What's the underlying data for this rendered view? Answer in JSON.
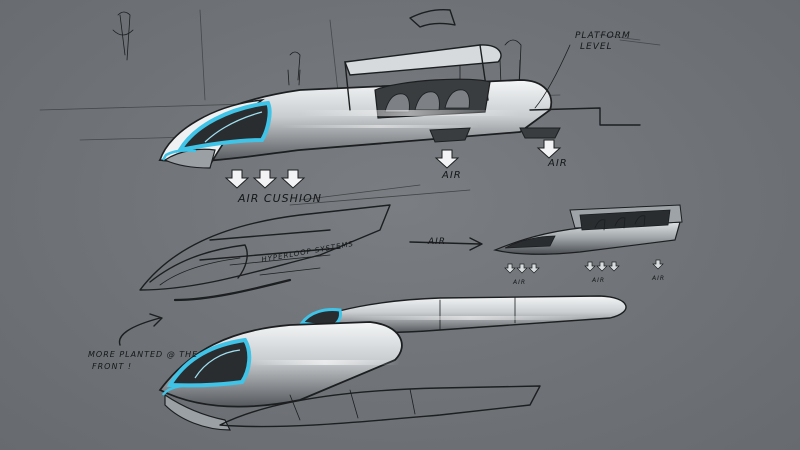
{
  "labels": {
    "platform_level": "PLATFORM\nLEVEL",
    "air_cushion": "AIR CUSHION",
    "air_1": "AIR",
    "air_2": "AIR",
    "air_side": "AIR",
    "hyperloop": "HYPERLOOP SYSTEMS",
    "more_planted": "MORE PLANTED @ THE\nFRONT !",
    "air_small_1": "AIR",
    "air_small_2": "AIR",
    "air_small_3": "AIR"
  },
  "colors": {
    "background": "#6f7377",
    "ink": "#1c1e20",
    "accent_cyan": "#3fc3e6",
    "body_highlight": "#e9ecee",
    "window_dark": "#2a2d30"
  }
}
